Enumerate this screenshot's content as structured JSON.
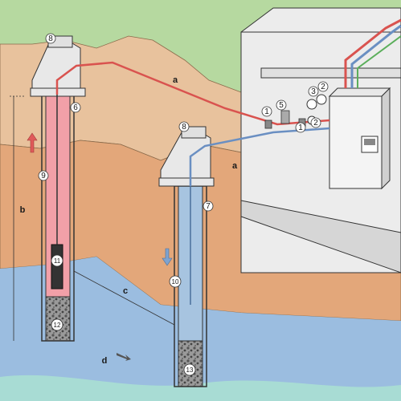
{
  "labels": {
    "n1_left": "1",
    "n1_right": "1",
    "n2_top": "2",
    "n2_bottom": "2",
    "n3": "3",
    "n5": "5",
    "n6": "6",
    "n7": "7",
    "n8_left": "8",
    "n8_right": "8",
    "n9": "9",
    "n10": "10",
    "n11": "11",
    "n12": "12",
    "n13": "13",
    "a_top": "a",
    "a_bottom": "a",
    "b": "b",
    "c": "c",
    "d": "d"
  },
  "colors": {
    "sky": "#ffffff",
    "grass": "#b6d9a0",
    "topsoil": "#e8c29d",
    "subsoil": "#e3a77a",
    "groundwater": "#9bbde0",
    "warm_well": "#f2a0a8",
    "cold_well": "#a7c4e0",
    "warm_pipe": "#d9534f",
    "cold_pipe": "#6a8fc2",
    "gravel": "#6b6b6b",
    "house_wall": "#ececec"
  }
}
